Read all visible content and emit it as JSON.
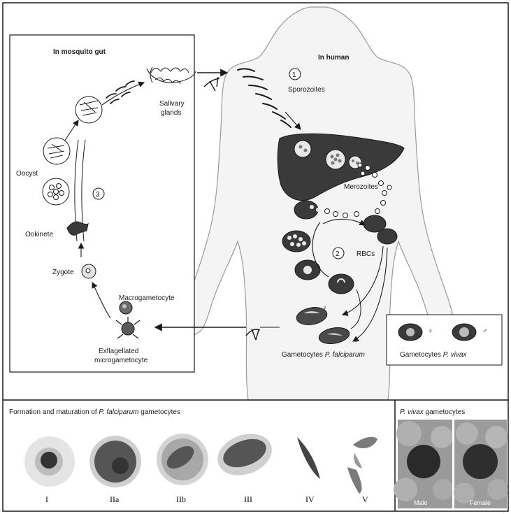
{
  "panels": {
    "mosquito_title": "In mosquito gut",
    "human_title": "In human"
  },
  "stages": {
    "one": "1",
    "two": "2",
    "three": "3"
  },
  "labels": {
    "sporozoites": "Sporozoites",
    "salivary": "Salivary",
    "glands": "glands",
    "merozoites": "Merozoites",
    "rbcs": "RBCs",
    "oocyst": "Oocyst",
    "ookinete": "Ookinete",
    "zygote": "Zygote",
    "macrogametocyte": "Macrogametocyte",
    "exflag_1": "Exflagellated",
    "exflag_2": "microgametocyte",
    "gametocytes_pf_prefix": "Gametocytes ",
    "gametocytes_pf_species": "P. falciparum",
    "gametocytes_pv_prefix": "Gametocytes ",
    "gametocytes_pv_species": "P. vivax",
    "female_symbol": "♀",
    "male_symbol": "♂"
  },
  "bottom_left": {
    "title_prefix": "Formation and maturation of ",
    "title_species": "P. falciparum",
    "title_suffix": " gametocytes",
    "stages": [
      "I",
      "IIa",
      "IIb",
      "III",
      "IV",
      "V"
    ]
  },
  "bottom_right": {
    "title_species": "P. vivax",
    "title_suffix": " gametocytes",
    "male": "Male",
    "female": "Female"
  },
  "colors": {
    "ink": "#1a1a1a",
    "liver": "#3a3a3a",
    "rbc": "#4a4a4a",
    "body_line": "#9a9a9a"
  }
}
